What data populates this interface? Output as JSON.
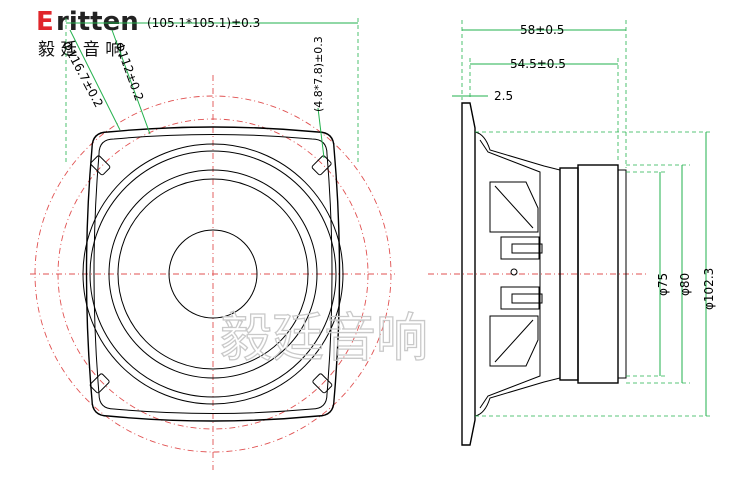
{
  "logo": {
    "brand": "ritten",
    "brand_initial": "E",
    "chinese": "毅 廷 音 响",
    "colors": {
      "initial": "#e0262b",
      "text": "#222222"
    }
  },
  "watermark": "毅廷音响",
  "front_view": {
    "frame_dimension": "(105.1*105.1)±0.3",
    "diameter_outer": "Φ116.7±0.2",
    "diameter_hole_circle": "Φ112±0.2",
    "mounting_slot": "(4.8*7.8)±0.3"
  },
  "side_view": {
    "overall_depth": "58±0.5",
    "depth_to_magnet": "54.5±0.5",
    "flange_thickness": "2.5",
    "magnet_diameter_1": "φ75",
    "magnet_diameter_2": "φ80",
    "frame_diameter": "φ102.3"
  },
  "colors": {
    "outline": "#000000",
    "centerline": "#e05050",
    "dimension": "#22b14c",
    "watermark": "#c9c9c9"
  }
}
